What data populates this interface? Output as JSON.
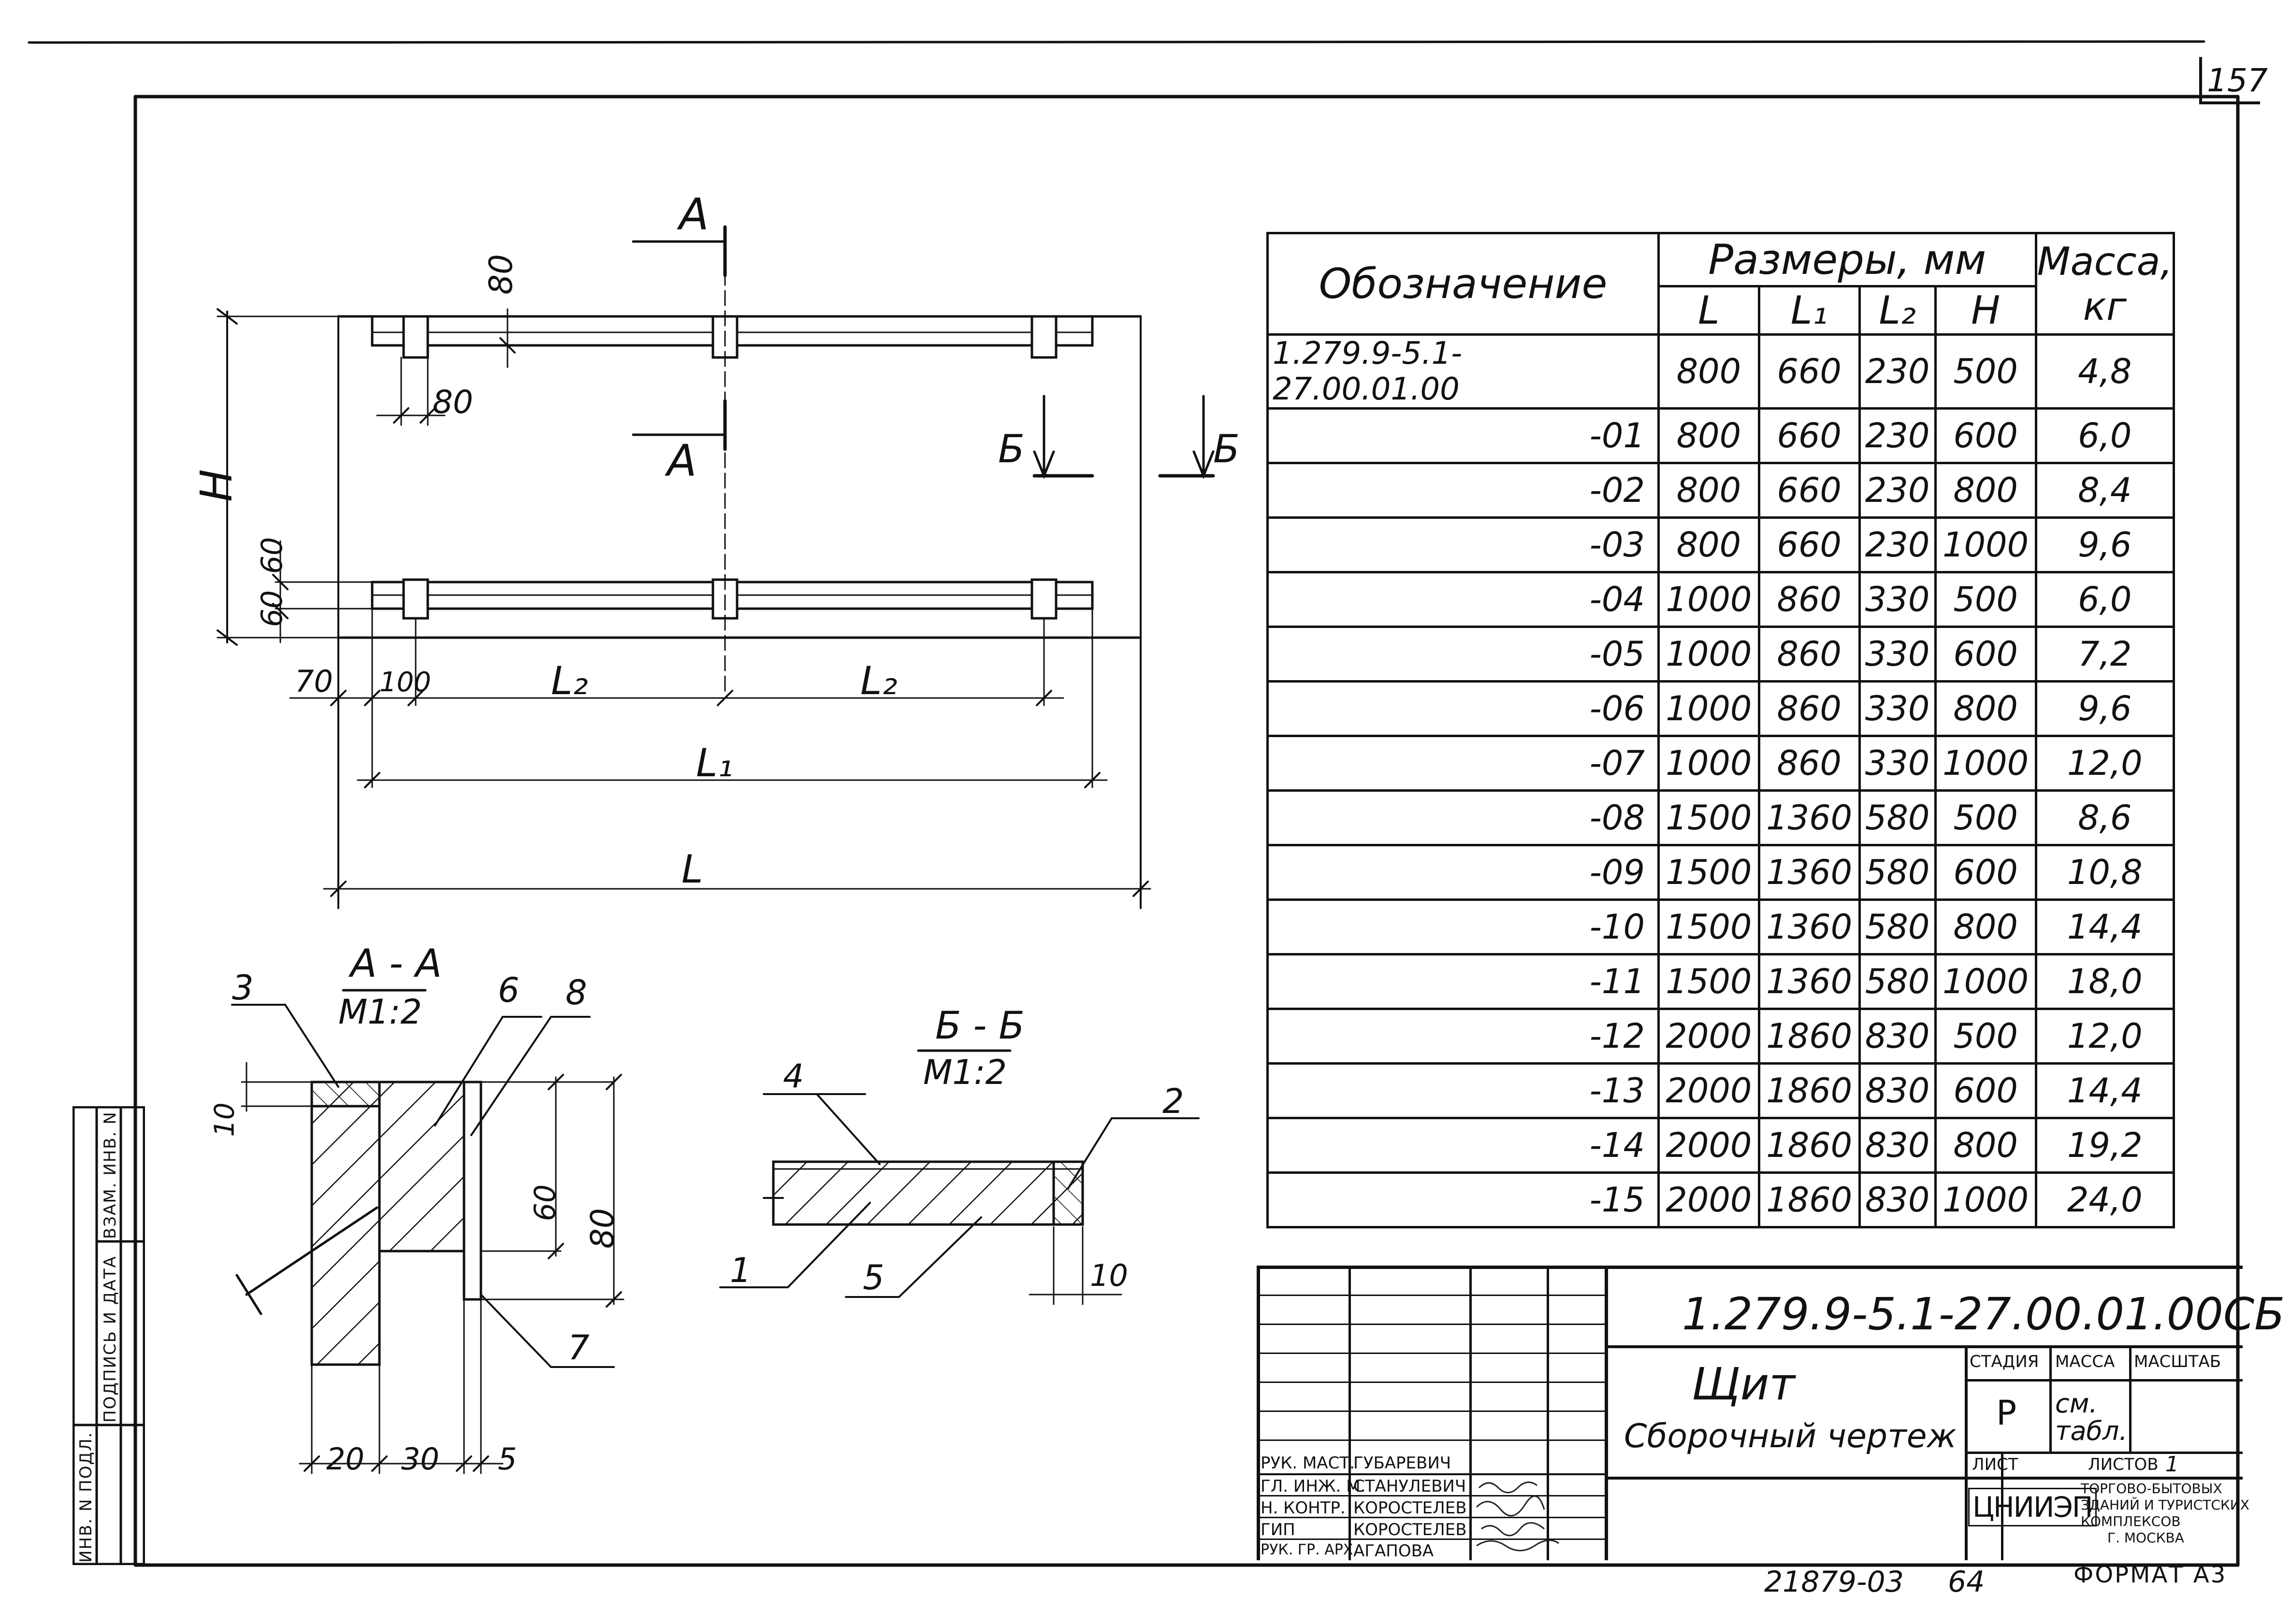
{
  "sheet_number": "157",
  "main_view": {
    "section_a_top": "A",
    "section_a_bottom": "A",
    "section_b_left": "Б",
    "section_b_right": "Б",
    "dim_80_top": "80",
    "dim_80_left": "80",
    "dim_h": "H",
    "dim_60_a": "60",
    "dim_60_b": "60",
    "dim_70": "70",
    "dim_100": "100",
    "dim_l2_a": "L₂",
    "dim_l2_b": "L₂",
    "dim_l1": "L₁",
    "dim_l": "L"
  },
  "section_aa": {
    "title": "А - А",
    "scale": "М1:2",
    "callouts": [
      "3",
      "6",
      "8",
      "7"
    ],
    "dim_10": "10",
    "dim_60": "60",
    "dim_80": "80",
    "dim_20": "20",
    "dim_30": "30",
    "dim_5": "5"
  },
  "section_bb": {
    "title": "Б - Б",
    "scale": "М1:2",
    "callouts": [
      "4",
      "2",
      "1",
      "5"
    ],
    "dim_10": "10"
  },
  "spec_table": {
    "header_designation": "Обозначение",
    "header_sizes": "Размеры, мм",
    "header_mass": "Масса, кг",
    "sub_headers": [
      "L",
      "L₁",
      "L₂",
      "H"
    ],
    "rows": [
      {
        "des": "1.279.9-5.1-27.00.01.00",
        "l": "800",
        "l1": "660",
        "l2": "230",
        "h": "500",
        "m": "4,8"
      },
      {
        "des": "-01",
        "l": "800",
        "l1": "660",
        "l2": "230",
        "h": "600",
        "m": "6,0"
      },
      {
        "des": "-02",
        "l": "800",
        "l1": "660",
        "l2": "230",
        "h": "800",
        "m": "8,4"
      },
      {
        "des": "-03",
        "l": "800",
        "l1": "660",
        "l2": "230",
        "h": "1000",
        "m": "9,6"
      },
      {
        "des": "-04",
        "l": "1000",
        "l1": "860",
        "l2": "330",
        "h": "500",
        "m": "6,0"
      },
      {
        "des": "-05",
        "l": "1000",
        "l1": "860",
        "l2": "330",
        "h": "600",
        "m": "7,2"
      },
      {
        "des": "-06",
        "l": "1000",
        "l1": "860",
        "l2": "330",
        "h": "800",
        "m": "9,6"
      },
      {
        "des": "-07",
        "l": "1000",
        "l1": "860",
        "l2": "330",
        "h": "1000",
        "m": "12,0"
      },
      {
        "des": "-08",
        "l": "1500",
        "l1": "1360",
        "l2": "580",
        "h": "500",
        "m": "8,6"
      },
      {
        "des": "-09",
        "l": "1500",
        "l1": "1360",
        "l2": "580",
        "h": "600",
        "m": "10,8"
      },
      {
        "des": "-10",
        "l": "1500",
        "l1": "1360",
        "l2": "580",
        "h": "800",
        "m": "14,4"
      },
      {
        "des": "-11",
        "l": "1500",
        "l1": "1360",
        "l2": "580",
        "h": "1000",
        "m": "18,0"
      },
      {
        "des": "-12",
        "l": "2000",
        "l1": "1860",
        "l2": "830",
        "h": "500",
        "m": "12,0"
      },
      {
        "des": "-13",
        "l": "2000",
        "l1": "1860",
        "l2": "830",
        "h": "600",
        "m": "14,4"
      },
      {
        "des": "-14",
        "l": "2000",
        "l1": "1860",
        "l2": "830",
        "h": "800",
        "m": "19,2"
      },
      {
        "des": "-15",
        "l": "2000",
        "l1": "1860",
        "l2": "830",
        "h": "1000",
        "m": "24,0"
      }
    ]
  },
  "title_block": {
    "doc_code": "1.279.9-5.1-27.00.01.00СБ",
    "name_line1": "Щит",
    "name_line2": "Сборочный чертеж",
    "stage_label": "СТАДИЯ",
    "mass_label": "МАССА",
    "scale_label": "МАСШТАБ",
    "stage_value": "Р",
    "mass_value": "см. табл.",
    "sheet_label": "ЛИСТ",
    "sheets_label": "ЛИСТОВ",
    "sheets_value": "1",
    "org_logo": "ЦНИИЭП",
    "org_line1": "ТОРГОВО-БЫТОВЫХ",
    "org_line2": "ЗДАНИЙ И ТУРИСТСКИХ",
    "org_line3": "КОМПЛЕКСОВ",
    "org_line4": "Г. МОСКВА",
    "people": [
      {
        "role": "РУК. МАСТ.",
        "name": "ГУБАРЕВИЧ"
      },
      {
        "role": "ГЛ. ИНЖ. М.",
        "name": "СТАНУЛЕВИЧ"
      },
      {
        "role": "Н. КОНТР.",
        "name": "КОРОСТЕЛЕВ"
      },
      {
        "role": "ГИП",
        "name": "КОРОСТЕЛЕВ"
      },
      {
        "role": "РУК. ГР. АРХ.",
        "name": "АГАПОВА"
      }
    ]
  },
  "left_stamp": {
    "col1": "ИНВ. N ПОДЛ.",
    "col2": "ПОДПИСЬ И ДАТА",
    "col3": "ВЗАМ. ИНВ. N"
  },
  "footer": {
    "archive_no": "21879-03",
    "page": "64",
    "format": "ФОРМАТ А3"
  }
}
